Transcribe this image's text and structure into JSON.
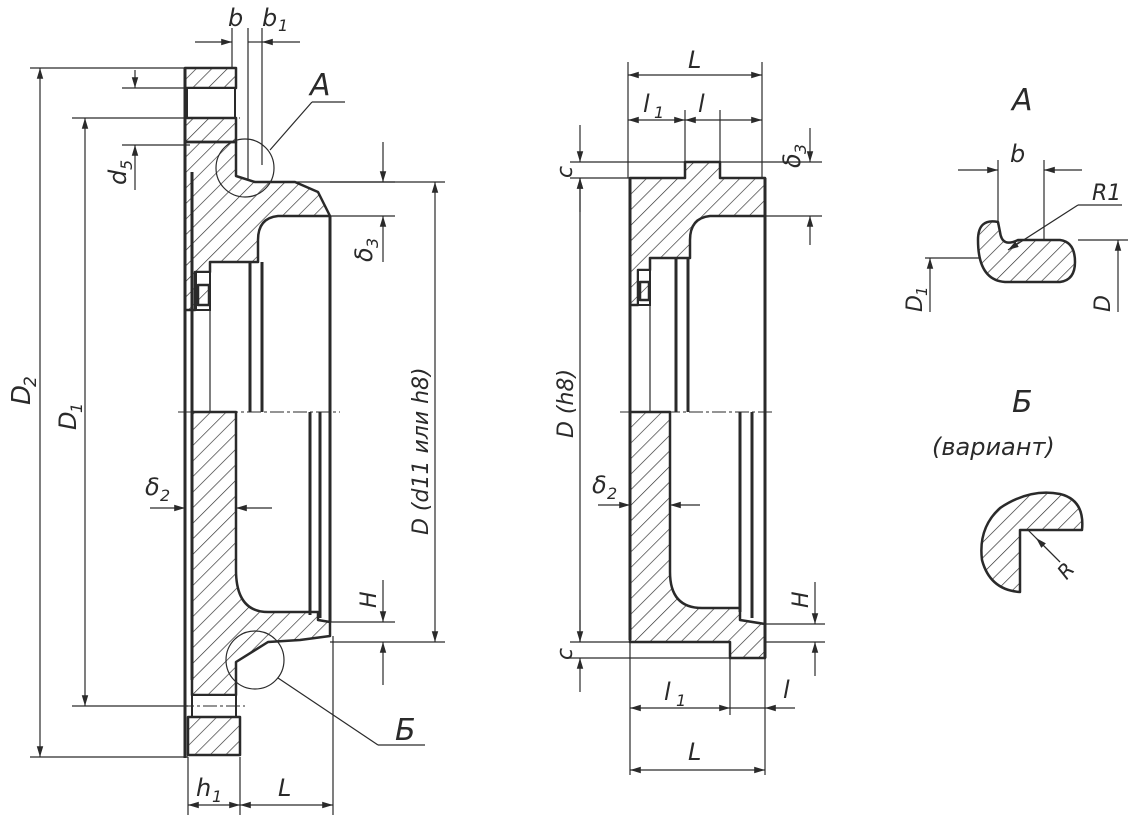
{
  "left_view": {
    "dims": {
      "b": "b",
      "b1": "b",
      "b1_sub": "1",
      "D2": "D",
      "D2_sub": "2",
      "D1": "D",
      "D1_sub": "1",
      "d5": "d",
      "d5_sub": "5",
      "delta3": "δ",
      "delta3_sub": "3",
      "delta2": "δ",
      "delta2_sub": "2",
      "D_main": "D  (d11  или  h8)",
      "H": "H",
      "h1": "h",
      "h1_sub": "1",
      "L": "L"
    },
    "callout_A": "А",
    "callout_B": "Б"
  },
  "middle_view": {
    "dims": {
      "L_top": "L",
      "l1_top": "l",
      "l1_top_sub": "1",
      "l_top": "l",
      "c_top": "c",
      "delta3": "δ",
      "delta3_sub": "3",
      "D_h8": "D  (h8)",
      "delta2": "δ",
      "delta2_sub": "2",
      "H": "H",
      "c_bottom": "c",
      "l1_bottom": "l",
      "l1_bottom_sub": "1",
      "l_bottom": "l",
      "L_bottom": "L"
    }
  },
  "detail_A": {
    "title": "А",
    "b": "b",
    "R1": "R1",
    "D1": "D",
    "D1_sub": "1",
    "D": "D"
  },
  "detail_B": {
    "title": "Б",
    "variant": "(вариант)",
    "R": "R"
  }
}
